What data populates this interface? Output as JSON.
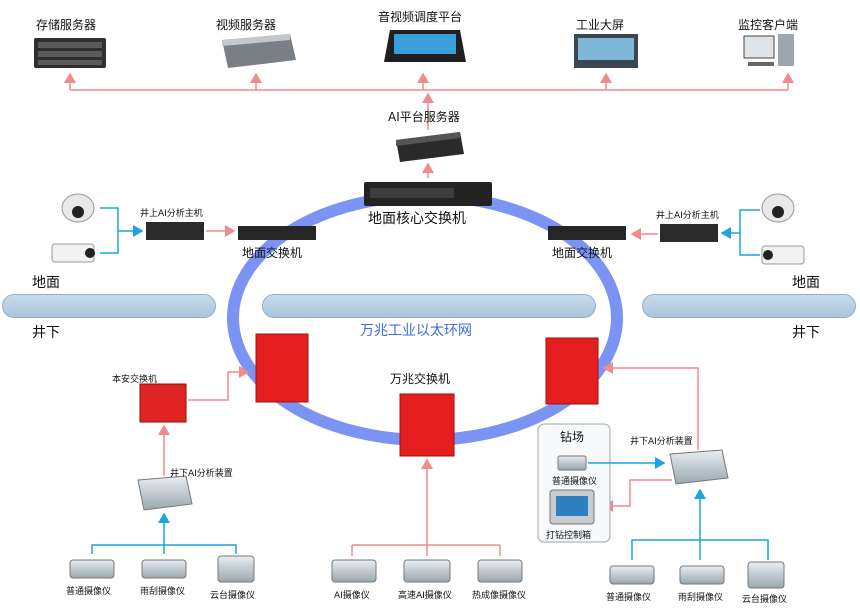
{
  "top_devices": [
    {
      "label": "存储服务器",
      "icon": "storage-server-icon"
    },
    {
      "label": "视频服务器",
      "icon": "video-server-icon"
    },
    {
      "label": "音视频调度平台",
      "icon": "dispatch-console-icon"
    },
    {
      "label": "工业大屏",
      "icon": "video-wall-icon"
    },
    {
      "label": "监控客户端",
      "icon": "monitor-client-icon"
    }
  ],
  "ai_platform": "AI平台服务器",
  "core_switch": "地面核心交换机",
  "ground_switch_left": "地面交换机",
  "ground_switch_right": "地面交换机",
  "host_left": "井上AI分析主机",
  "host_right": "井上AI分析主机",
  "surface_left": "地面",
  "surface_right": "地面",
  "underground_left": "井下",
  "underground_right": "井下",
  "ring_label": "万兆工业以太环网",
  "wanzhao_switch": "万兆交换机",
  "safe_switch": "本安交换机",
  "underground_ai_left": "井下AI分析装置",
  "underground_ai_right": "井下AI分析装置",
  "drill_site": "钻场",
  "drill_camera": "普通摄像仪",
  "drill_control": "打钻控制箱",
  "left_cameras": [
    "普通摄像仪",
    "雨刮摄像仪",
    "云台摄像仪"
  ],
  "center_cameras": [
    "AI摄像仪",
    "高速AI摄像仪",
    "热成像摄像仪"
  ],
  "right_cameras": [
    "普通摄像仪",
    "雨刮摄像仪",
    "云台摄像仪"
  ],
  "colors": {
    "ring": "#7b93f2",
    "arrow_red": "#f08c8c",
    "arrow_blue": "#1ea3e0",
    "flameproof": "#e51e1e"
  }
}
